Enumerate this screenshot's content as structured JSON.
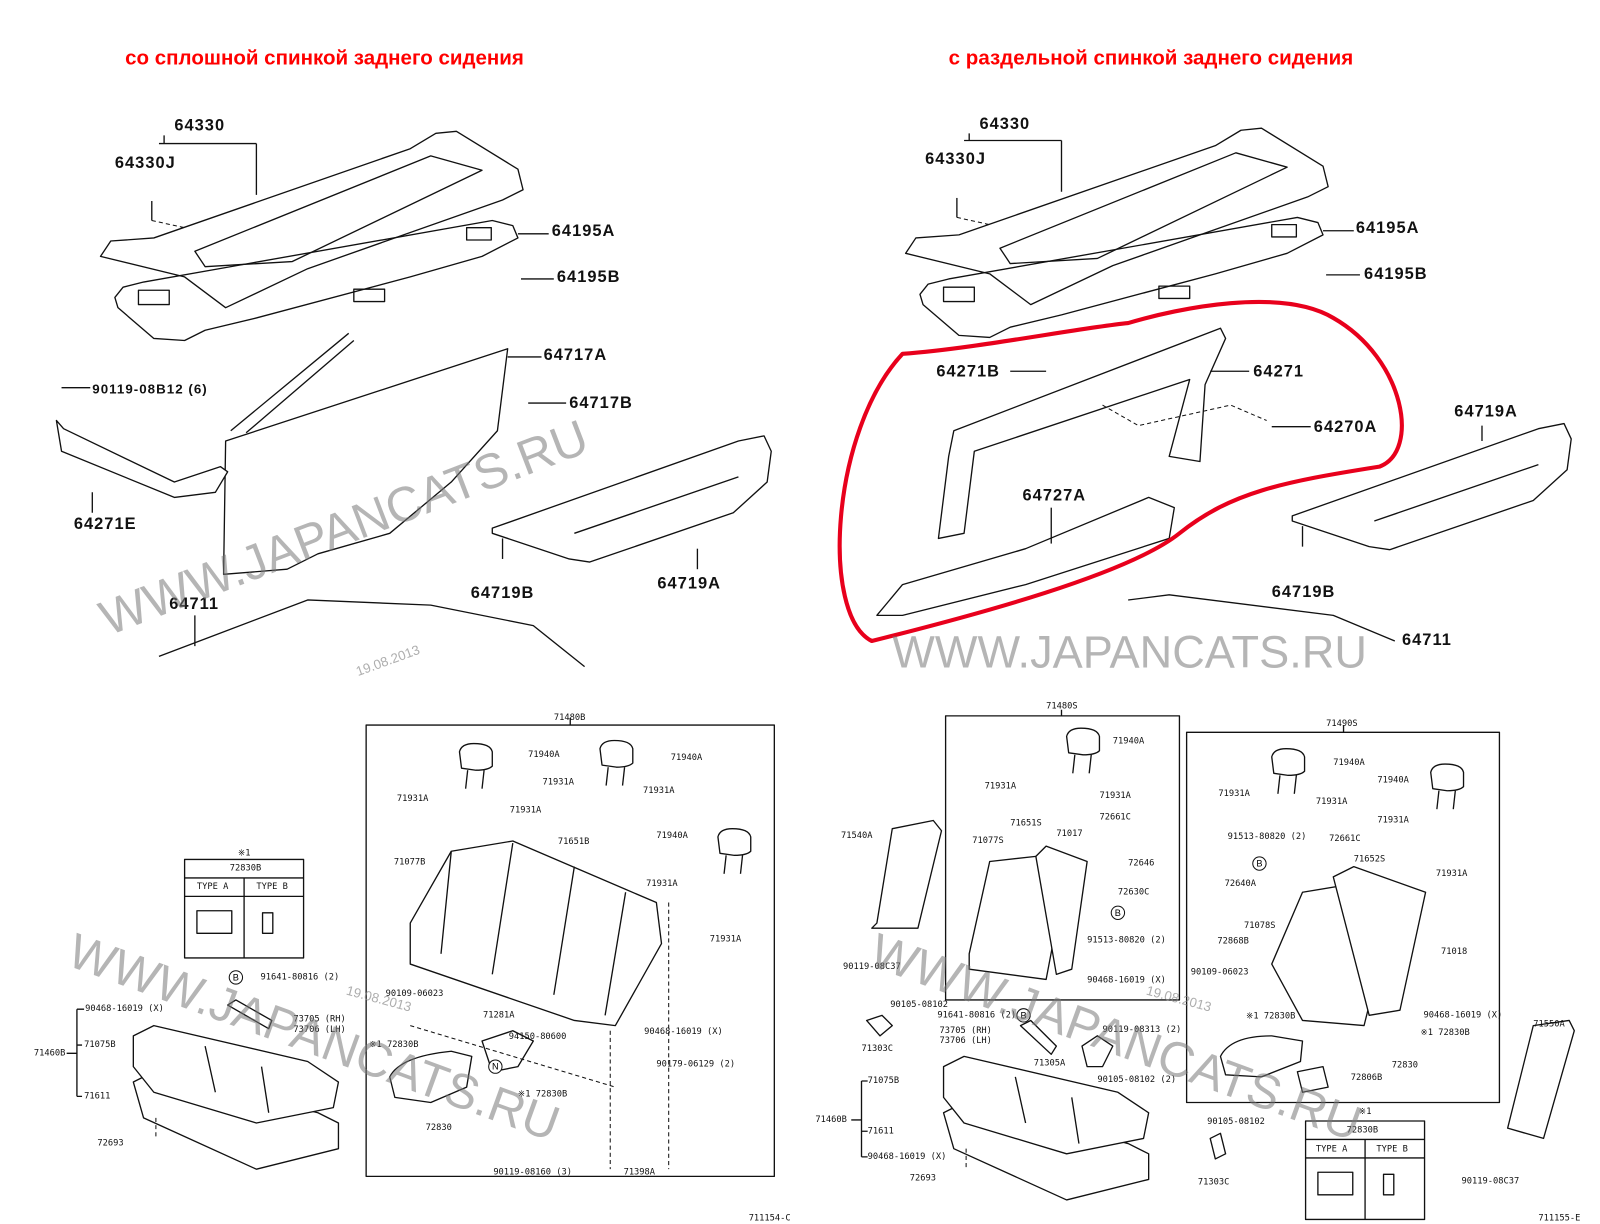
{
  "titles": {
    "left": "со сплошной спинкой заднего сидения",
    "right": "с раздельной спинкой заднего сидения"
  },
  "top_left": [
    "64330",
    "64330J",
    "64195A",
    "64195B",
    "64717A",
    "90119-08B12 (6)",
    "64717B",
    "64271E",
    "64719B",
    "64719A",
    "64711"
  ],
  "top_right": [
    "64330",
    "64330J",
    "64195A",
    "64195B",
    "64271B",
    "64271",
    "64270A",
    "64719A",
    "64727A",
    "64719B",
    "64711"
  ],
  "bottom_left": [
    "※1",
    "72830B",
    "TYPE A",
    "TYPE B",
    "91641-80816 (2)",
    "B",
    "90468-16019 (X)",
    "73705 (RH)",
    "73706 (LH)",
    "71460B",
    "71075B",
    "71611",
    "72693",
    "71480B",
    "71940A",
    "71940A",
    "71931A",
    "71931A",
    "71931A",
    "71931A",
    "71651B",
    "71940A",
    "71077B",
    "71931A",
    "71931A",
    "90109-06023",
    "71281A",
    "94150-80600",
    "90468-16019 (X)",
    "※1 72830B",
    "90179-06129 (2)",
    "※1 72830B",
    "72830",
    "90119-08160 (3)",
    "71398A",
    "N"
  ],
  "bottom_right": [
    "71480S",
    "71940A",
    "71931A",
    "71931A",
    "72661C",
    "71651S",
    "71017",
    "71077S",
    "72646",
    "72630C",
    "B",
    "91513-80820 (2)",
    "90468-16019 (X)",
    "71540A",
    "90119-08C37",
    "90105-08102",
    "91641-80816 (2)",
    "B",
    "73705 (RH)",
    "73706 (LH)",
    "90119-08313 (2)",
    "71303C",
    "71305A",
    "90105-08102 (2)",
    "71075B",
    "71460B",
    "71611",
    "90468-16019 (X)",
    "72693",
    "71490S",
    "71940A",
    "71940A",
    "71931A",
    "71931A",
    "71931A",
    "91513-80820 (2)",
    "72661C",
    "B",
    "71652S",
    "72640A",
    "71931A",
    "71078S",
    "72868B",
    "71018",
    "90109-06023",
    "※1 72830B",
    "90468-16019 (X)",
    "※1 72830B",
    "72830",
    "72806B",
    "71550A",
    "90105-08102",
    "71303C",
    "※1",
    "72830B",
    "TYPE A",
    "TYPE B",
    "90119-08C37"
  ],
  "codes": {
    "left": "711154-C",
    "right": "711155-E"
  },
  "watermark": "WWW.JAPANCATS.RU",
  "date": "19.08.2013",
  "colors": {
    "title": "#ff0000",
    "highlight": "#e8001c"
  }
}
